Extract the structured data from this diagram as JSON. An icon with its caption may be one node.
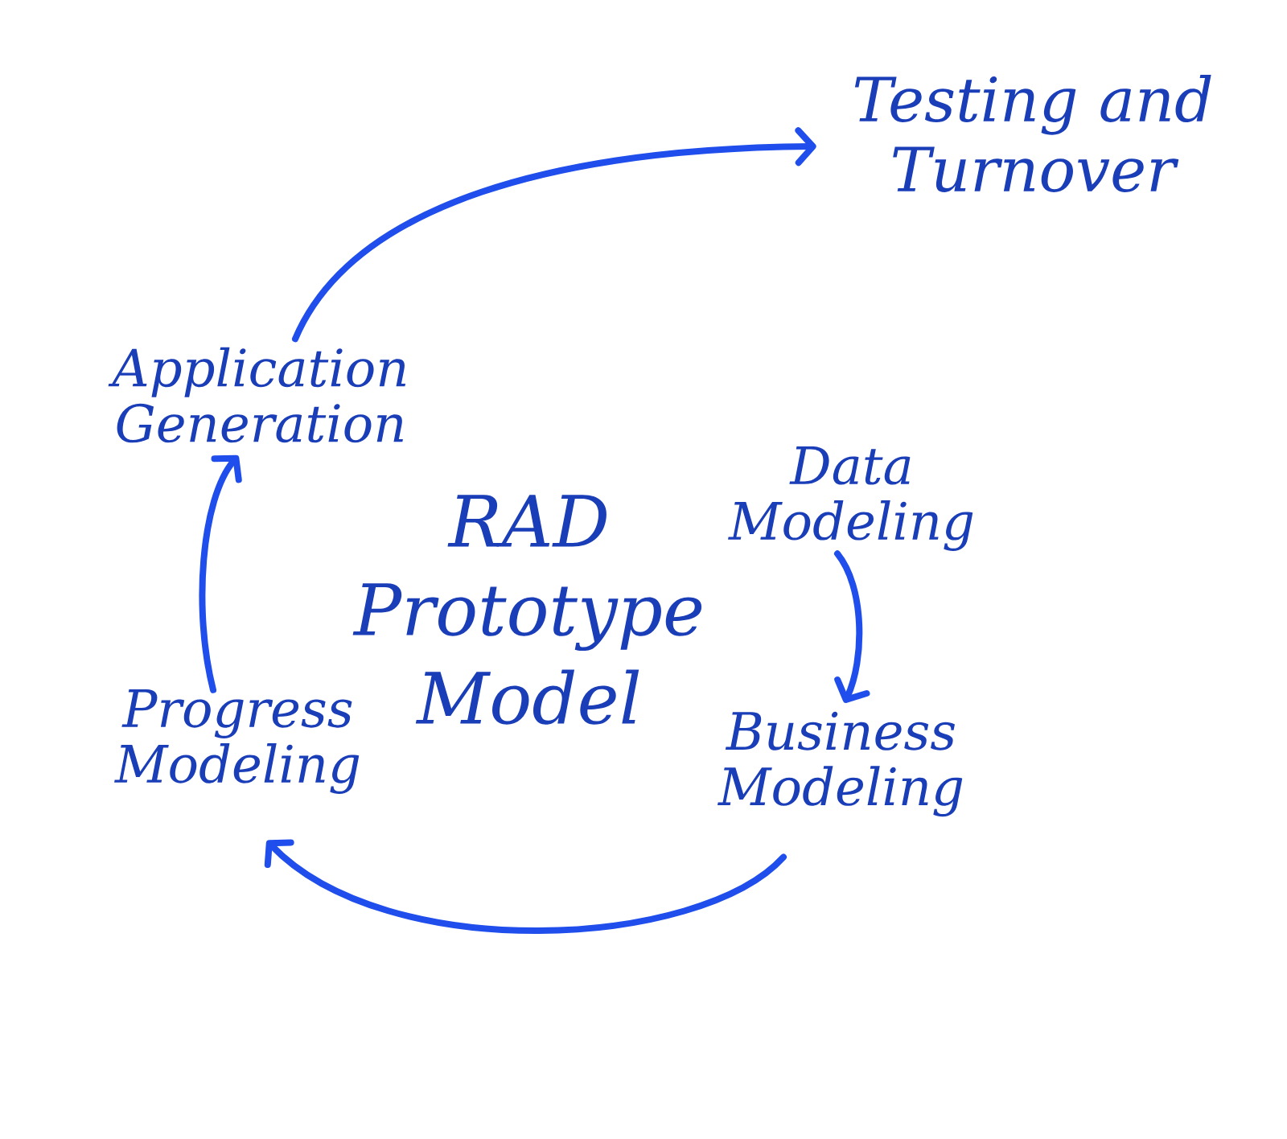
{
  "diagram": {
    "title": "RAD Prototype Model",
    "nodes": [
      {
        "text": [
          "Testing and Turnover"
        ]
      },
      {
        "text": [
          "Application Generation"
        ]
      },
      {
        "text": [
          "Data Modeling"
        ]
      },
      {
        "text": [
          "Progress Modeling"
        ]
      },
      {
        "text": [
          "Business Modeling"
        ]
      }
    ],
    "edges": [
      {
        "from": 1,
        "to": 0,
        "arrow": "to"
      },
      {
        "from": 2,
        "to": 4,
        "arrow": "to"
      },
      {
        "from": 4,
        "to": 3,
        "arrow": "to"
      },
      {
        "from": 3,
        "to": 1,
        "arrow": "to"
      }
    ]
  }
}
